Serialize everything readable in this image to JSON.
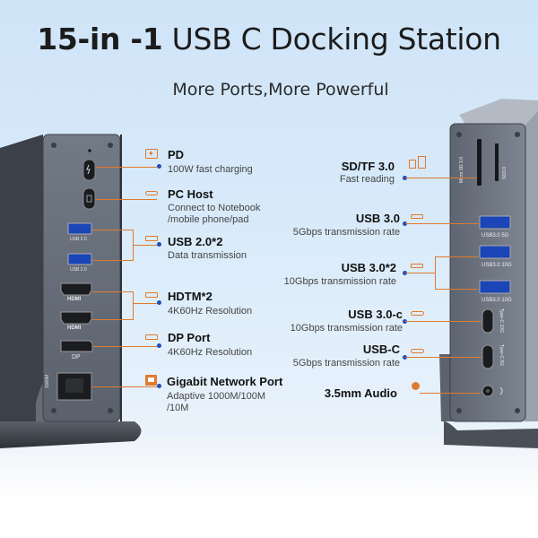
{
  "title_bold": "15-in -1",
  "title_rest": " USB C Docking Station",
  "subtitle": "More Ports,More Powerful",
  "left_ports": [
    {
      "name": "PD",
      "desc": "100W fast charging"
    },
    {
      "name": "PC Host",
      "desc": "Connect to Notebook",
      "desc2": "/mobile phone/pad"
    },
    {
      "name": "USB  2.0*2",
      "desc": "Data transmission"
    },
    {
      "name": "HDTM*2",
      "desc": "4K60Hz Resolution"
    },
    {
      "name": "DP  Port",
      "desc": "4K60Hz Resolution"
    },
    {
      "name": "Gigabit Network Port",
      "desc": "Adaptive 1000M/100M",
      "desc2": "/10M"
    }
  ],
  "right_ports": [
    {
      "name": "SD/TF  3.0",
      "desc": "Fast reading"
    },
    {
      "name": "USB 3.0",
      "desc": "5Gbps transmission rate"
    },
    {
      "name": "USB 3.0*2",
      "desc": "10Gbps transmission rate"
    },
    {
      "name": "USB 3.0-c",
      "desc": "10Gbps transmission rate"
    },
    {
      "name": "USB-C",
      "desc": "5Gbps transmission rate"
    },
    {
      "name": "3.5mm Audio",
      "desc": ""
    }
  ],
  "device_text": {
    "usb20": "USB 2.0",
    "hdmi": "HDMI",
    "dp": "DP",
    "lan": "1000M",
    "usb5g": "USB3.0  5G",
    "usb10g": "USB3.0  10G",
    "typec10g": "Type-C 10G",
    "typec5g": "Type-C 5G",
    "sd": "SD",
    "microsd": "Micro SD 3.0",
    "sd30": "SD3.0"
  },
  "colors": {
    "accent_orange": "#e07a2f",
    "dot_blue": "#1f4db8",
    "device_gray": "#5d6470"
  }
}
